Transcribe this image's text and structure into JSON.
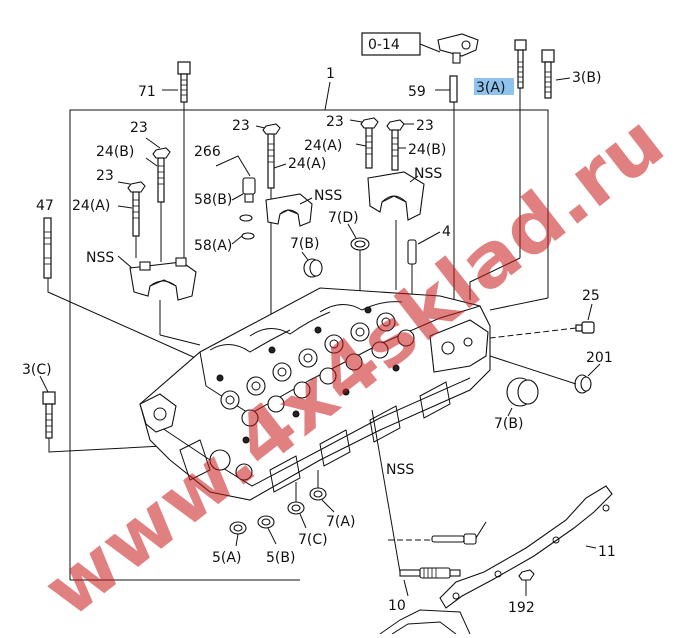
{
  "callouts": {
    "ref_box": "0-14",
    "c1": "1",
    "c3a": "3(A)",
    "c3b": "3(B)",
    "c3c": "3(C)",
    "c4": "4",
    "c59": "59",
    "c71": "71",
    "c23_a": "23",
    "c23_b": "23",
    "c23_c": "23",
    "c23_d": "23",
    "c23_e": "23",
    "c24b_l": "24(B)",
    "c24a_l": "24(A)",
    "c24a_m": "24(A)",
    "c24a_r": "24(A)",
    "c24b_r": "24(B)",
    "c266": "266",
    "c58b": "58(B)",
    "c58a": "58(A)",
    "c47": "47",
    "nss_1": "NSS",
    "nss_2": "NSS",
    "nss_3": "NSS",
    "nss_4": "NSS",
    "c7b_l": "7(B)",
    "c7d": "7(D)",
    "c7b_r": "7(B)",
    "c7a": "7(A)",
    "c7c": "7(C)",
    "c5a": "5(A)",
    "c5b": "5(B)",
    "c25": "25",
    "c201": "201",
    "c10": "10",
    "c11": "11",
    "c192": "192"
  },
  "highlight_color": "#8fc3ee",
  "watermark": {
    "text": "www.4x4sklad.ru",
    "color": "#c81818"
  }
}
